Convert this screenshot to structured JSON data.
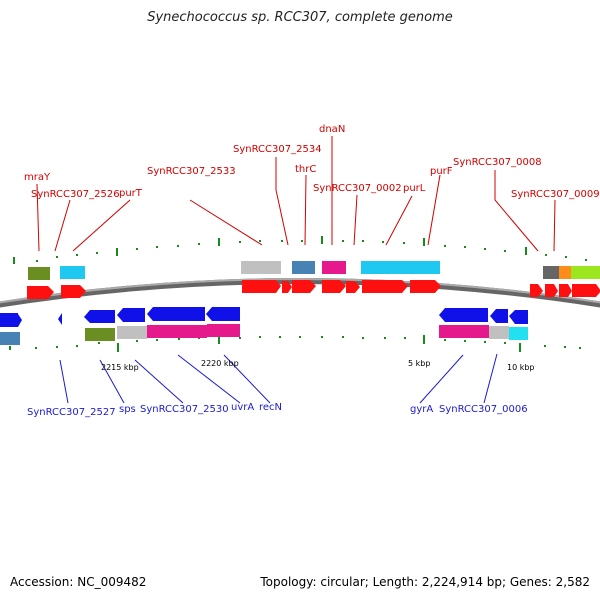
{
  "title": "Synechococcus sp. RCC307, complete genome",
  "footer": {
    "accession": "Accession: NC_009482",
    "summary": "Topology: circular; Length: 2,224,914 bp; Genes: 2,582"
  },
  "colors": {
    "forward_cds": "#ff0000",
    "reverse_cds": "#0000e0",
    "top_label": "#d40000",
    "bottom_label": "#1a1ad4",
    "backbone": "#888888",
    "tick": "#008000"
  },
  "top_labels": [
    "mraY",
    "SynRCC307_2526",
    "purT",
    "SynRCC307_2533",
    "SynRCC307_2534",
    "dnaN",
    "thrC",
    "SynRCC307_0002",
    "purL",
    "purF",
    "SynRCC307_0008",
    "SynRCC307_0009"
  ],
  "bottom_labels": [
    "SynRCC307_2527",
    "sps",
    "SynRCC307_2530",
    "uvrA",
    "recN",
    "gyrA",
    "SynRCC307_0006"
  ],
  "scale_labels": [
    "2215 kbp",
    "2220 kbp",
    "5 kbp",
    "10 kbp"
  ]
}
